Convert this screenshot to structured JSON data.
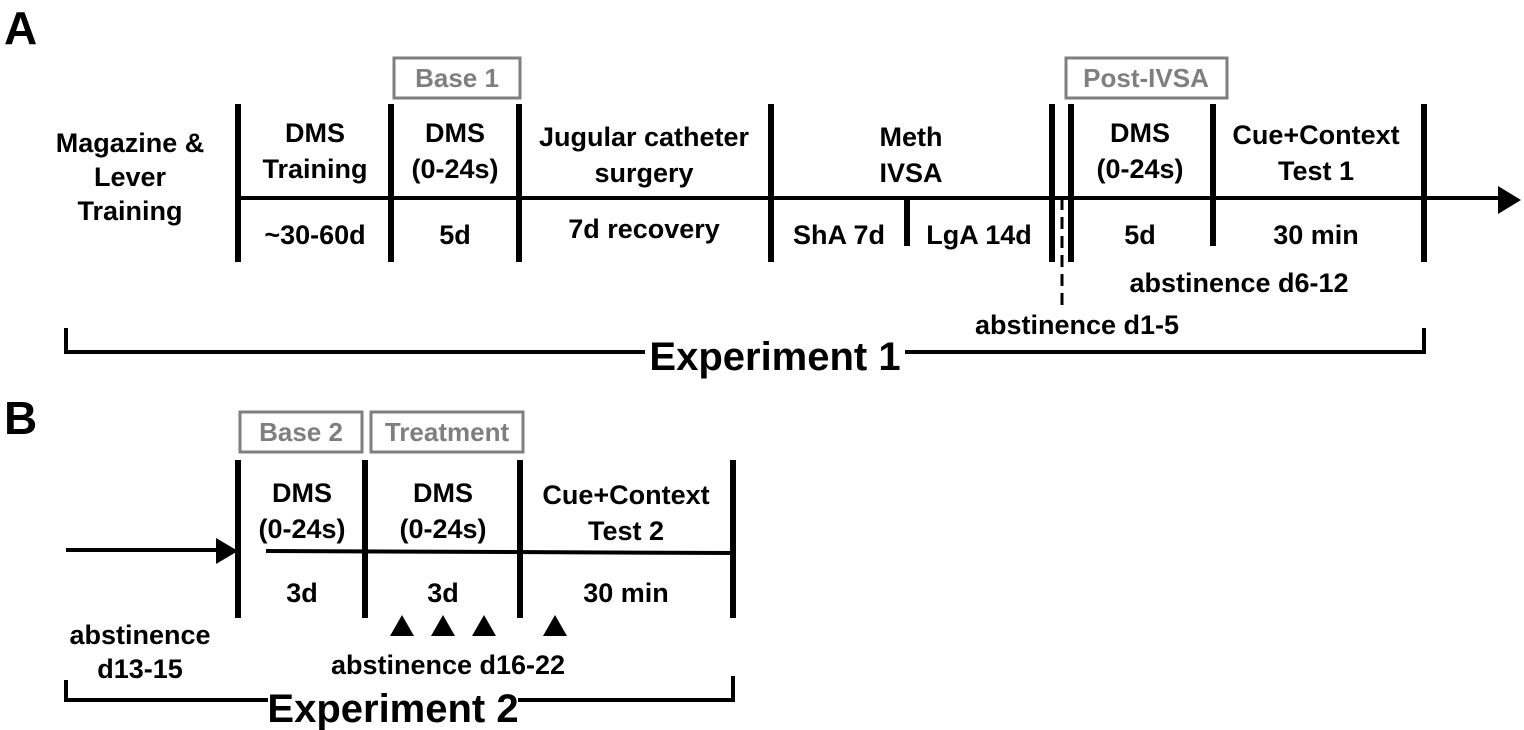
{
  "panel_a": {
    "letter": "A",
    "phases": [
      {
        "line1": "Magazine &",
        "line2": "Lever",
        "line3": "Training"
      },
      {
        "line1": "DMS",
        "line2": "Training",
        "duration": "~30-60d"
      },
      {
        "line1": "DMS",
        "line2": "(0-24s)",
        "duration": "5d",
        "box": "Base 1"
      },
      {
        "line1": "Jugular catheter",
        "line2": "surgery",
        "duration": "7d recovery"
      },
      {
        "line1": "Meth",
        "line2": "IVSA",
        "duration_left": "ShA 7d",
        "duration_right": "LgA 14d"
      },
      {
        "line1": "DMS",
        "line2": "(0-24s)",
        "duration": "5d",
        "box": "Post-IVSA"
      },
      {
        "line1": "Cue+Context",
        "line2": "Test 1",
        "duration": "30 min"
      }
    ],
    "abstinence_1": "abstinence d1-5",
    "abstinence_2": "abstinence d6-12",
    "experiment": "Experiment 1"
  },
  "panel_b": {
    "letter": "B",
    "abstinence_left_1": "abstinence",
    "abstinence_left_2": "d13-15",
    "phases": [
      {
        "line1": "DMS",
        "line2": "(0-24s)",
        "duration": "3d",
        "box": "Base 2"
      },
      {
        "line1": "DMS",
        "line2": "(0-24s)",
        "duration": "3d",
        "box": "Treatment"
      },
      {
        "line1": "Cue+Context",
        "line2": "Test 2",
        "duration": "30 min"
      }
    ],
    "treatment_markers": 4,
    "abstinence_mid": "abstinence d16-22",
    "experiment": "Experiment 2"
  },
  "colors": {
    "ink": "#000000",
    "box_border": "#7f7f7f",
    "box_text": "#7f7f7f"
  }
}
